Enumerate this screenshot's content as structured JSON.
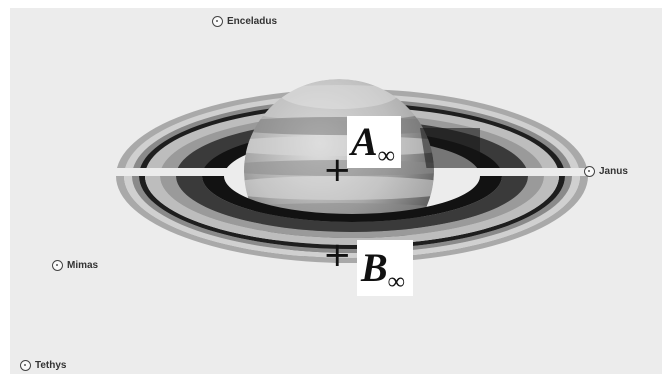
{
  "moons": {
    "enceladus": "Enceladus",
    "janus": "Janus",
    "mimas": "Mimas",
    "tethys": "Tethys"
  },
  "markers": {
    "a": {
      "letter": "A",
      "sub": "∞"
    },
    "b": {
      "letter": "B",
      "sub": "∞"
    }
  },
  "colors": {
    "background": "#ececec",
    "planet_light": "#d4d4d4",
    "planet_dark": "#6a6a6a",
    "ring_dark": "#1e1e1e",
    "ring_light": "#bdbdbd"
  },
  "icons": {
    "moon": "moon-circle-icon",
    "cross": "plus-marker-icon"
  }
}
